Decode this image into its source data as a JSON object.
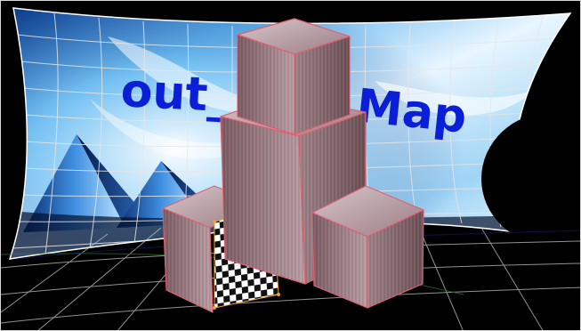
{
  "scene": {
    "map_label_left": "out_",
    "map_label_right": "Map",
    "label_color": "#0a1fd6",
    "screen_grid_color": "#e6e6e6",
    "cube_edge_color": "#e06070",
    "cube_face_light": "#c9b9bd",
    "cube_face_mid": "#8c6b72",
    "cube_face_dark": "#5e4449",
    "checker_dark": "#111111",
    "checker_light": "#ffffff",
    "handle_color": "#f0a030",
    "icons": [
      "curved-projection-screen",
      "cube-stack",
      "checkerboard-plane"
    ]
  }
}
